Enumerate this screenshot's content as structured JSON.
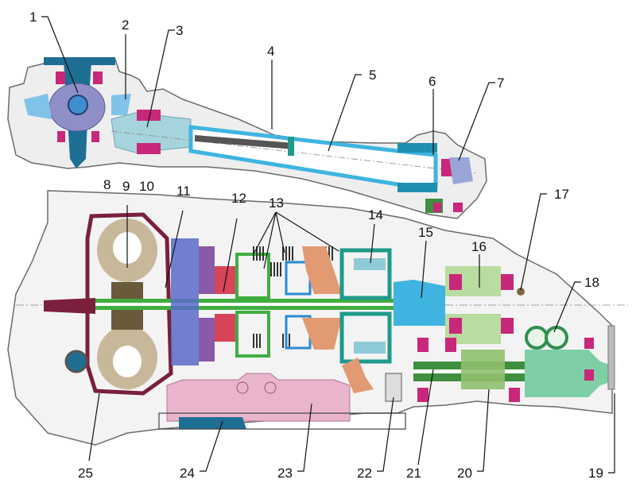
{
  "diagram": {
    "title": "Automatic transmission with front-axle differential – sectional view",
    "colors": {
      "housing": "#d9d9d9",
      "housing_outline": "#6b6b6b",
      "bearing": "#c8287a",
      "shaft_blue": "#3fb4e0",
      "dark_blue": "#1f6f94",
      "torque_converter": "#c8b89a",
      "converter_housing": "#7a1f3c",
      "green": "#3fae3f",
      "light_green": "#b9dca0",
      "teal": "#1f9a8a",
      "purple": "#7a5aa8",
      "orange": "#e29a72",
      "pink_valve_body": "#e9b4cc",
      "filter": "#1f6f94"
    },
    "labels": [
      {
        "id": "1",
        "text": "1"
      },
      {
        "id": "2",
        "text": "2"
      },
      {
        "id": "3",
        "text": "3"
      },
      {
        "id": "4",
        "text": "4"
      },
      {
        "id": "5",
        "text": "5"
      },
      {
        "id": "6",
        "text": "6"
      },
      {
        "id": "7",
        "text": "7"
      },
      {
        "id": "8",
        "text": "8"
      },
      {
        "id": "9",
        "text": "9"
      },
      {
        "id": "10",
        "text": "10"
      },
      {
        "id": "11",
        "text": "11"
      },
      {
        "id": "12",
        "text": "12"
      },
      {
        "id": "13",
        "text": "13"
      },
      {
        "id": "14",
        "text": "14"
      },
      {
        "id": "15",
        "text": "15"
      },
      {
        "id": "16",
        "text": "16"
      },
      {
        "id": "17",
        "text": "17"
      },
      {
        "id": "18",
        "text": "18"
      },
      {
        "id": "19",
        "text": "19"
      },
      {
        "id": "20",
        "text": "20"
      },
      {
        "id": "21",
        "text": "21"
      },
      {
        "id": "22",
        "text": "22"
      },
      {
        "id": "23",
        "text": "23"
      },
      {
        "id": "24",
        "text": "24"
      },
      {
        "id": "25",
        "text": "25"
      }
    ]
  }
}
